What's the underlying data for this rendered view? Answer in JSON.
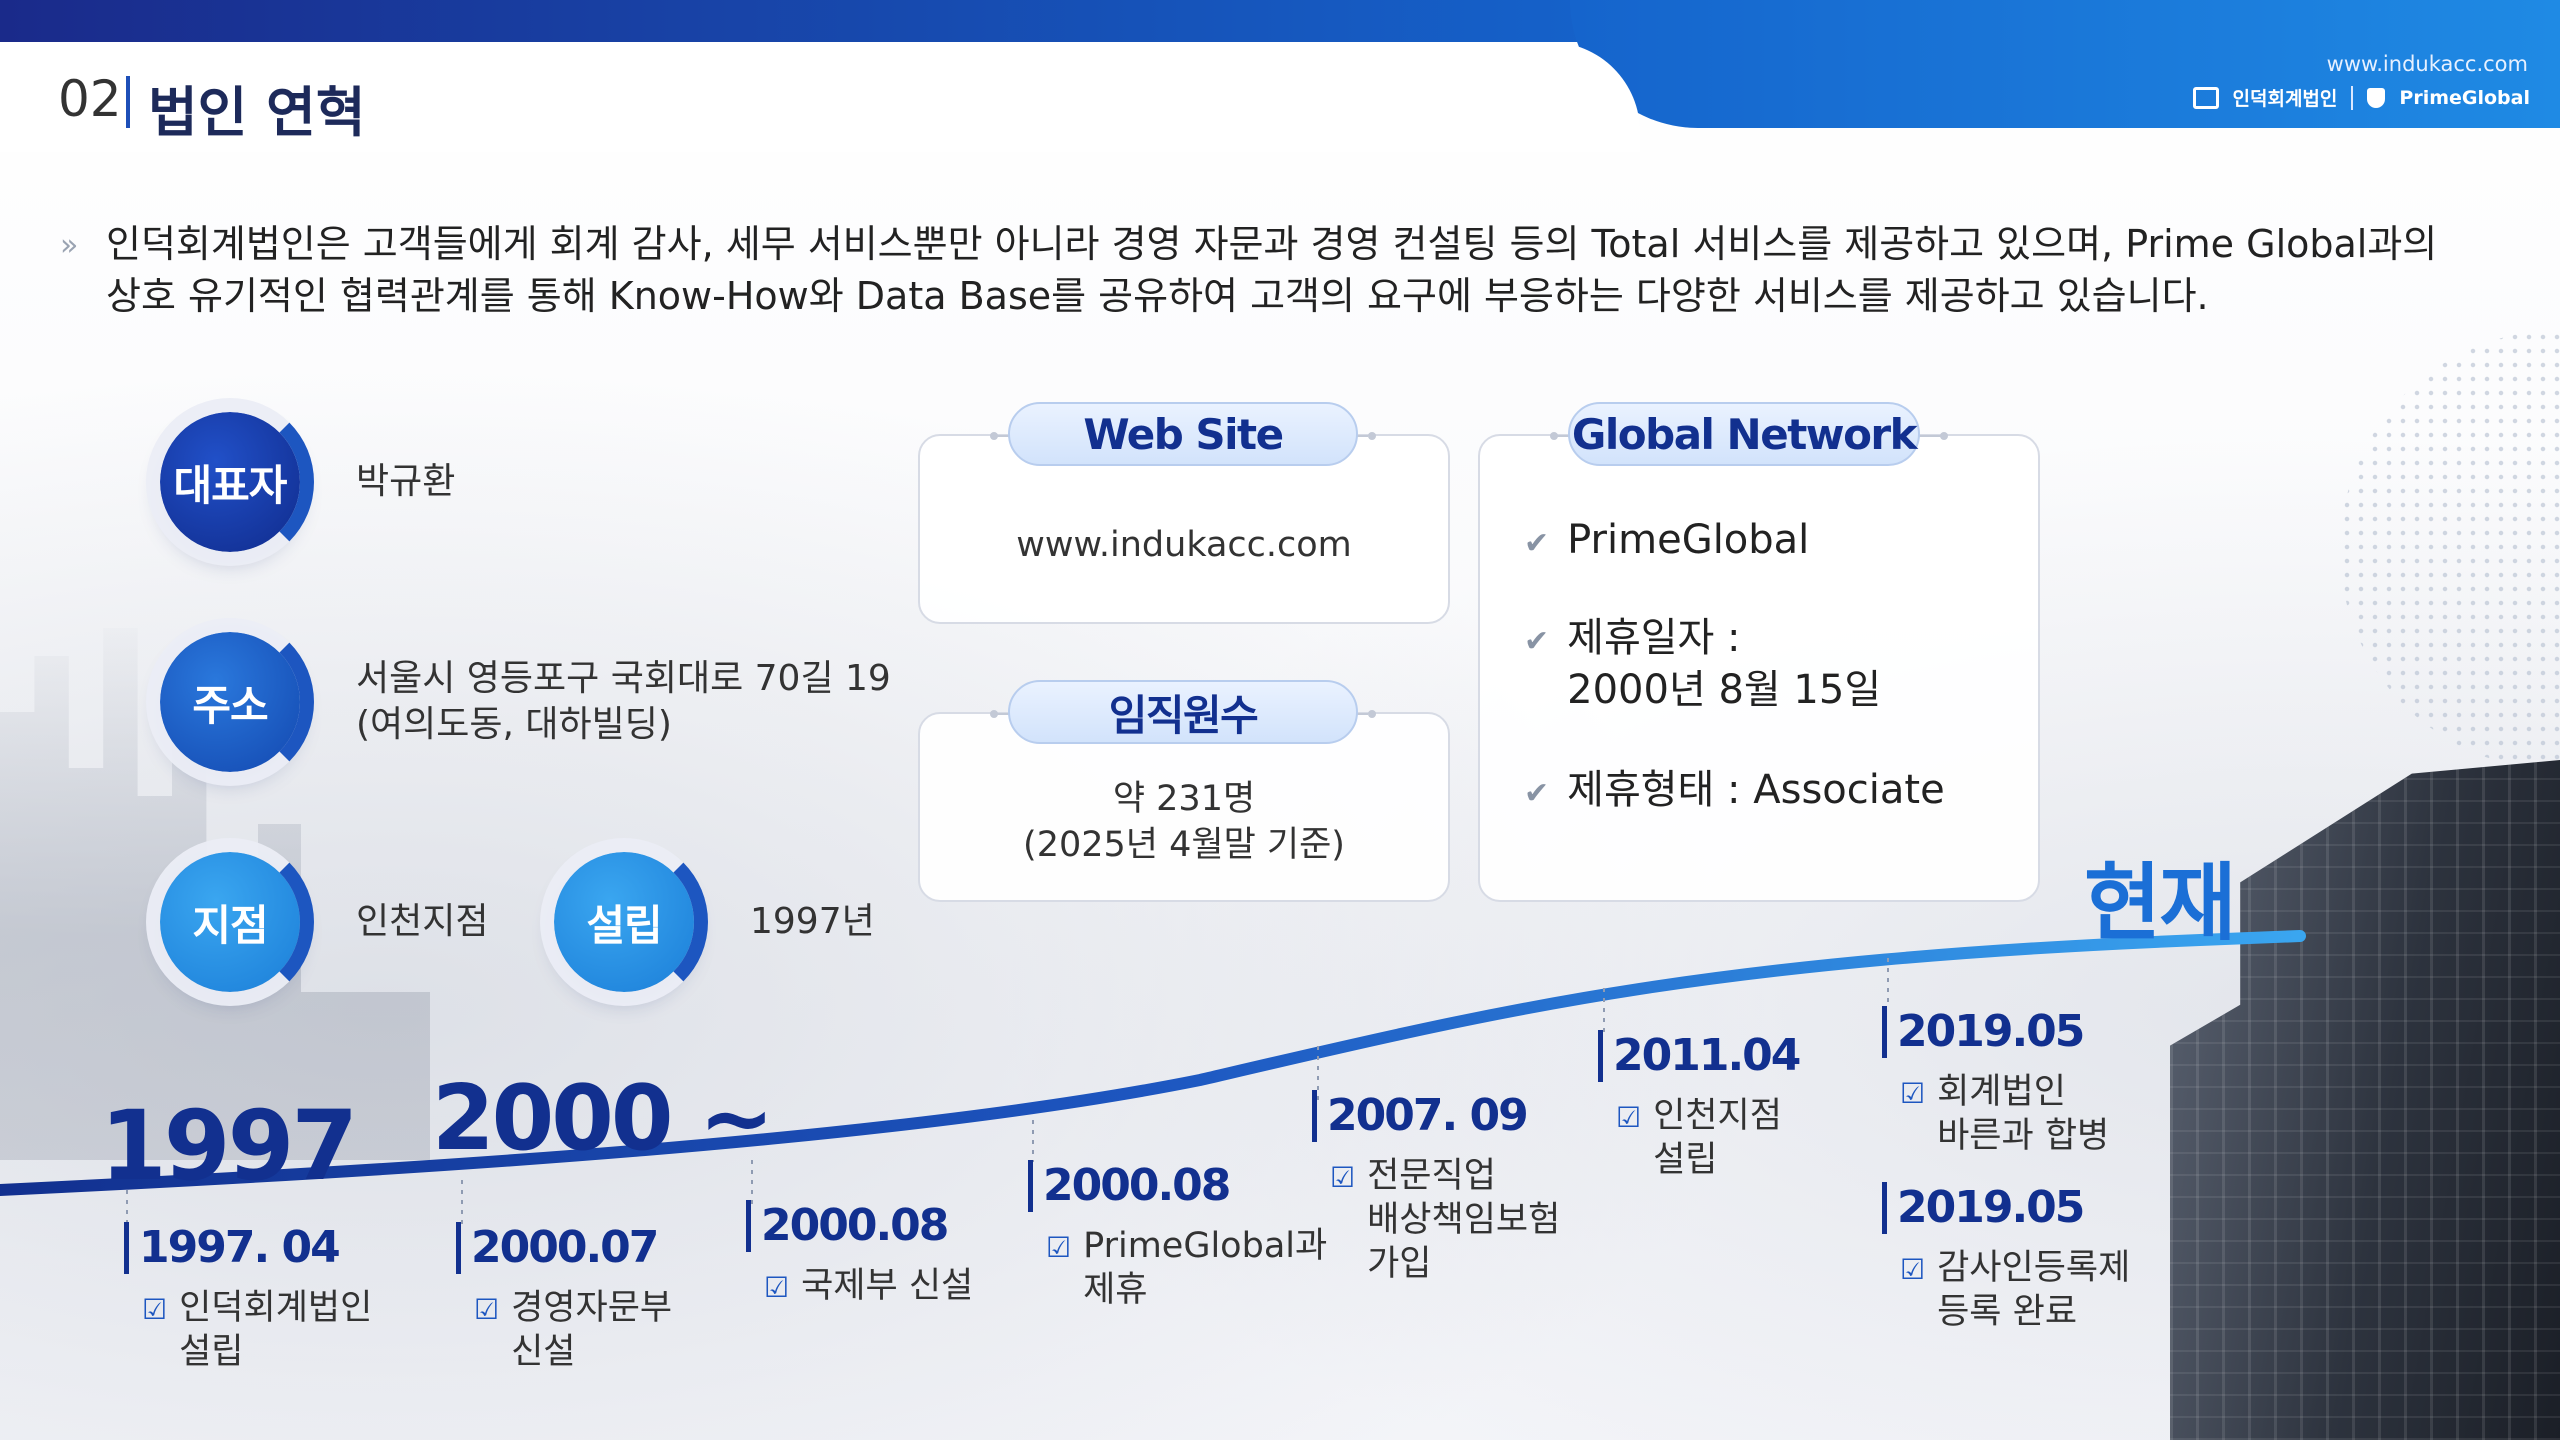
{
  "header": {
    "page_number": "02",
    "page_title": "법인 연혁",
    "site_url": "www.indukacc.com",
    "logo_left": "인덕회계법인",
    "logo_right": "PrimeGlobal"
  },
  "intro": {
    "line1": "인덕회계법인은 고객들에게 회계 감사, 세무 서비스뿐만 아니라 경영 자문과 경영 컨설팅 등의 Total 서비스를 제공하고 있으며, Prime Global과의",
    "line2": "상호 유기적인 협력관계를 통해 Know-How와 Data Base를 공유하여 고객의 요구에 부응하는 다양한 서비스를 제공하고 있습니다."
  },
  "info": {
    "ceo_label": "대표자",
    "ceo_value": "박규환",
    "address_label": "주소",
    "address_line1": "서울시 영등포구 국회대로 70길 19",
    "address_line2": "(여의도동, 대하빌딩)",
    "branch_label": "지점",
    "branch_value": "인천지점",
    "founded_label": "설립",
    "founded_value": "1997년"
  },
  "website": {
    "title": "Web Site",
    "url": "www.indukacc.com"
  },
  "employees": {
    "title": "임직원수",
    "line1": "약 231명",
    "line2": "(2025년 4월말 기준)"
  },
  "global_network": {
    "title": "Global Network",
    "item1": "PrimeGlobal",
    "item2_line1": "제휴일자 :",
    "item2_line2": "2000년 8월 15일",
    "item3": "제휴형태 : Associate"
  },
  "timeline": {
    "big_1997": "1997",
    "big_2000": "2000 ~",
    "now": "현재",
    "events": [
      {
        "date": "1997. 04",
        "lines": [
          "인덕회계법인",
          "설립"
        ]
      },
      {
        "date": "2000.07",
        "lines": [
          "경영자문부",
          "신설"
        ]
      },
      {
        "date": "2000.08",
        "lines": [
          "국제부 신설"
        ]
      },
      {
        "date": "2000.08",
        "lines": [
          "PrimeGlobal과",
          "제휴"
        ]
      },
      {
        "date": "2007. 09",
        "lines": [
          "전문직업",
          "배상책임보험",
          "가입"
        ]
      },
      {
        "date": "2011.04",
        "lines": [
          "인천지점",
          "설립"
        ]
      },
      {
        "date": "2019.05",
        "lines": [
          "회계법인",
          "바른과 합병"
        ]
      },
      {
        "date": "2019.05",
        "lines": [
          "감사인등록제",
          "등록 완료"
        ]
      }
    ]
  },
  "colors": {
    "primary_dark": "#12308f",
    "primary": "#1d56c0",
    "accent": "#1b6fd6"
  }
}
